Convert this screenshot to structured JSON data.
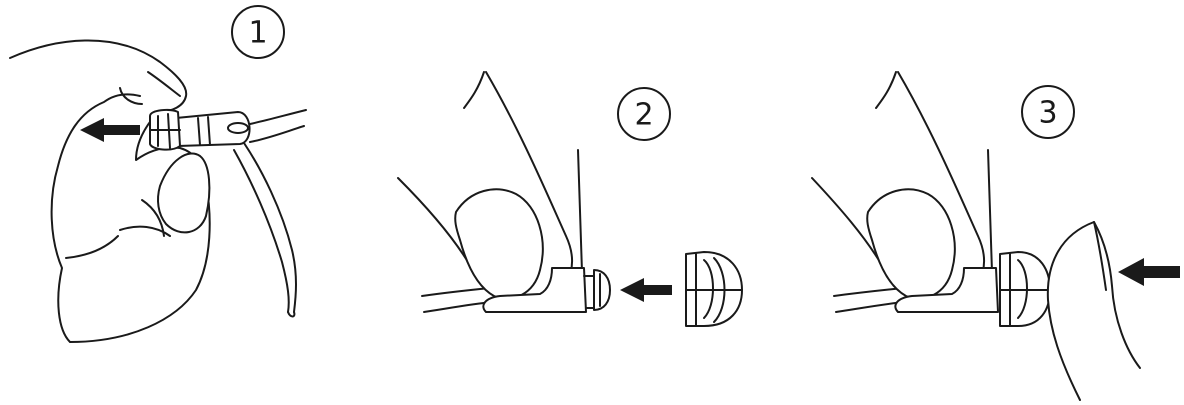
{
  "steps": [
    {
      "number": "1",
      "arrow_direction": "left",
      "icon": "remove-ear-tip"
    },
    {
      "number": "2",
      "arrow_direction": "left",
      "icon": "attach-ear-tip"
    },
    {
      "number": "3",
      "arrow_direction": "left",
      "icon": "press-ear-tip"
    }
  ],
  "colors": {
    "line": "#1a1a1a",
    "background": "#ffffff"
  }
}
